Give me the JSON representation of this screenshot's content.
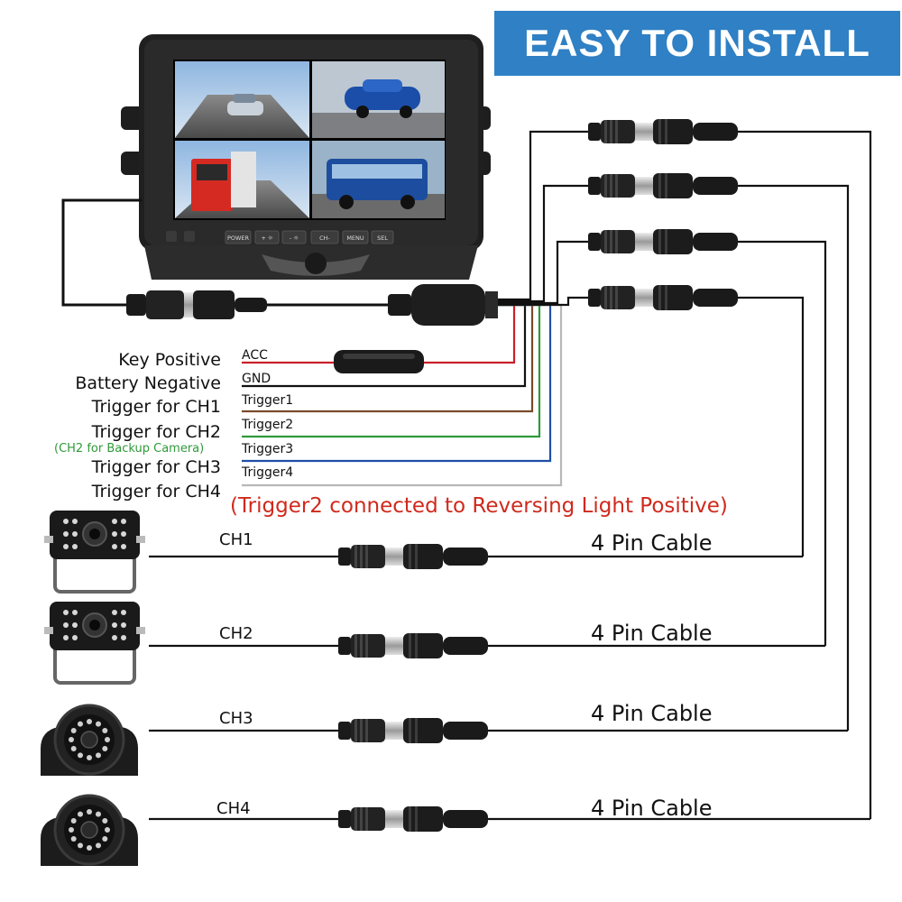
{
  "banner": {
    "title": "EASY TO INSTALL"
  },
  "monitor": {
    "buttons": [
      "POWER",
      "+ ☼",
      "- ☼",
      "CH-",
      "MENU",
      "SEL"
    ]
  },
  "left_labels": [
    "Key Positive",
    "Battery Negative",
    "Trigger for CH1",
    "Trigger for CH2",
    "(CH2 for Backup Camera)",
    "Trigger for CH3",
    "Trigger for CH4"
  ],
  "wires": [
    {
      "label": "ACC",
      "color": "#c8202a"
    },
    {
      "label": "GND",
      "color": "#111111"
    },
    {
      "label": "Trigger1",
      "color": "#7a4a2a"
    },
    {
      "label": "Trigger2",
      "color": "#2f9a3a"
    },
    {
      "label": "Trigger3",
      "color": "#1f4fa8"
    },
    {
      "label": "Trigger4",
      "color": "#b8b8b8"
    }
  ],
  "note": "(Trigger2 connected to Reversing Light Positive)",
  "channels": [
    {
      "name": "CH1",
      "cable": "4 Pin Cable"
    },
    {
      "name": "CH2",
      "cable": "4 Pin Cable"
    },
    {
      "name": "CH3",
      "cable": "4 Pin Cable"
    },
    {
      "name": "CH4",
      "cable": "4 Pin Cable"
    }
  ]
}
